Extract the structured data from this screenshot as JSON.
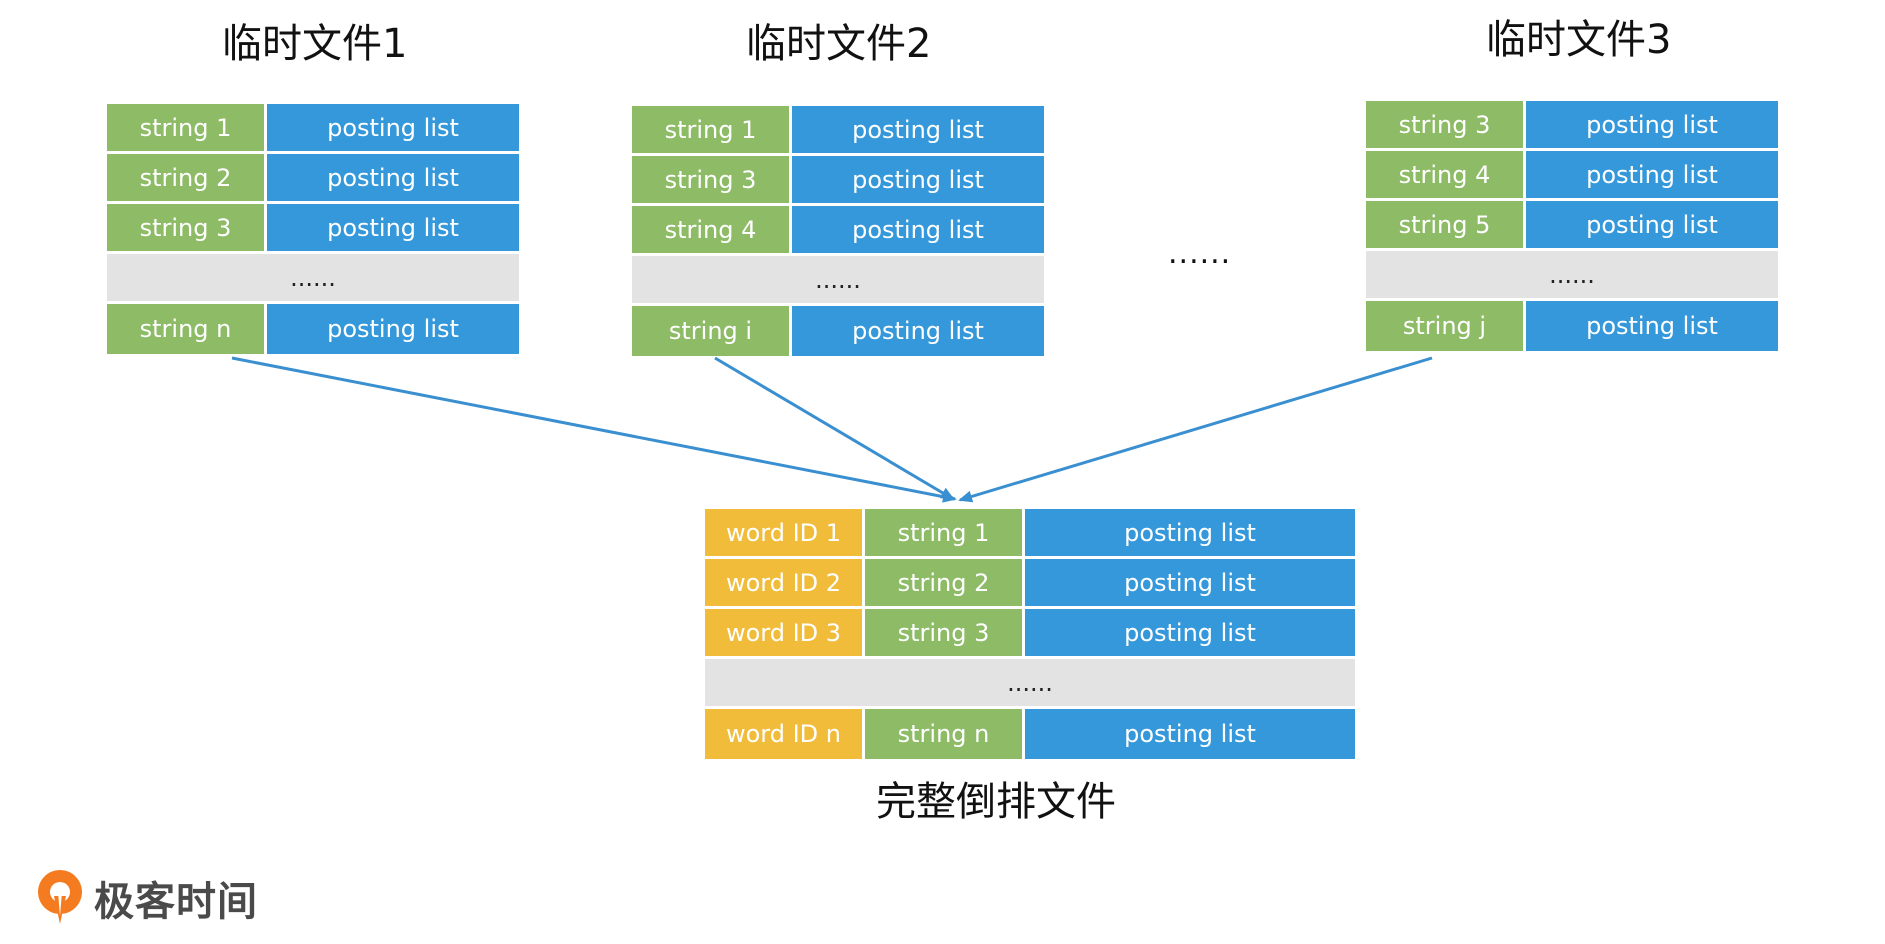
{
  "temp_files": [
    {
      "title": "临时文件1",
      "rows": [
        {
          "key": "string 1",
          "value": "posting list"
        },
        {
          "key": "string 2",
          "value": "posting list"
        },
        {
          "key": "string 3",
          "value": "posting list"
        },
        {
          "ellipsis": "......"
        },
        {
          "key": "string n",
          "value": "posting list"
        }
      ]
    },
    {
      "title": "临时文件2",
      "rows": [
        {
          "key": "string 1",
          "value": "posting list"
        },
        {
          "key": "string 3",
          "value": "posting list"
        },
        {
          "key": "string 4",
          "value": "posting list"
        },
        {
          "ellipsis": "......"
        },
        {
          "key": "string i",
          "value": "posting list"
        }
      ]
    },
    {
      "title": "临时文件3",
      "rows": [
        {
          "key": "string 3",
          "value": "posting list"
        },
        {
          "key": "string 4",
          "value": "posting list"
        },
        {
          "key": "string 5",
          "value": "posting list"
        },
        {
          "ellipsis": "......"
        },
        {
          "key": "string j",
          "value": "posting list"
        }
      ]
    }
  ],
  "middle_ellipsis": "......",
  "final_file": {
    "title": "完整倒排文件",
    "rows": [
      {
        "id": "word ID 1",
        "key": "string 1",
        "value": "posting list"
      },
      {
        "id": "word ID 2",
        "key": "string 2",
        "value": "posting list"
      },
      {
        "id": "word ID 3",
        "key": "string 3",
        "value": "posting list"
      },
      {
        "ellipsis": "......"
      },
      {
        "id": "word ID n",
        "key": "string n",
        "value": "posting list"
      }
    ]
  },
  "logo": {
    "text": "极客时间",
    "icon": "geektime-logo-icon"
  },
  "colors": {
    "key_cell": "#8dbb66",
    "value_cell": "#3498db",
    "id_cell": "#f1bc3a",
    "ellipsis_row": "#e3e3e3",
    "arrow": "#3a8fd0",
    "logo_orange": "#f47b20"
  }
}
